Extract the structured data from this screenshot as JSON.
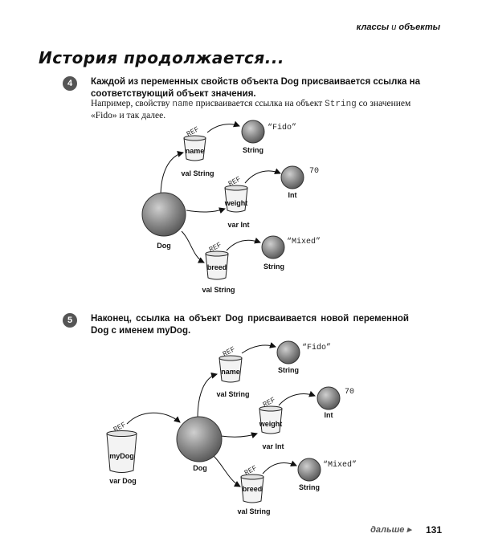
{
  "header": {
    "classes": "классы",
    "and": "и",
    "objects": "объекты"
  },
  "title": "История продолжается...",
  "step4": {
    "number": "4",
    "text": "Каждой из переменных свойств объекта Dog присваивается ссылка на соответствующий объект значения.",
    "note_prefix": "Например, свойству ",
    "note_code1": "name",
    "note_mid": " присваивается ссылка на объект ",
    "note_code2": "String",
    "note_suffix": " со значением «Fido» и так далее."
  },
  "step5": {
    "number": "5",
    "text": "Наконец, ссылка на объект Dog присваивается новой переменной Dog с именем myDog."
  },
  "diagram": {
    "ref": "REF",
    "dog": "Dog",
    "name": "name",
    "name_type": "val String",
    "weight": "weight",
    "weight_type": "var Int",
    "breed": "breed",
    "breed_type": "val String",
    "fido": "“Fido”",
    "seventy": "70",
    "mixed": "“Mixed”",
    "string": "String",
    "int": "Int",
    "mydog": "myDog",
    "mydog_type": "var Dog"
  },
  "footer": {
    "next": "дальше ▸",
    "page": "131"
  }
}
